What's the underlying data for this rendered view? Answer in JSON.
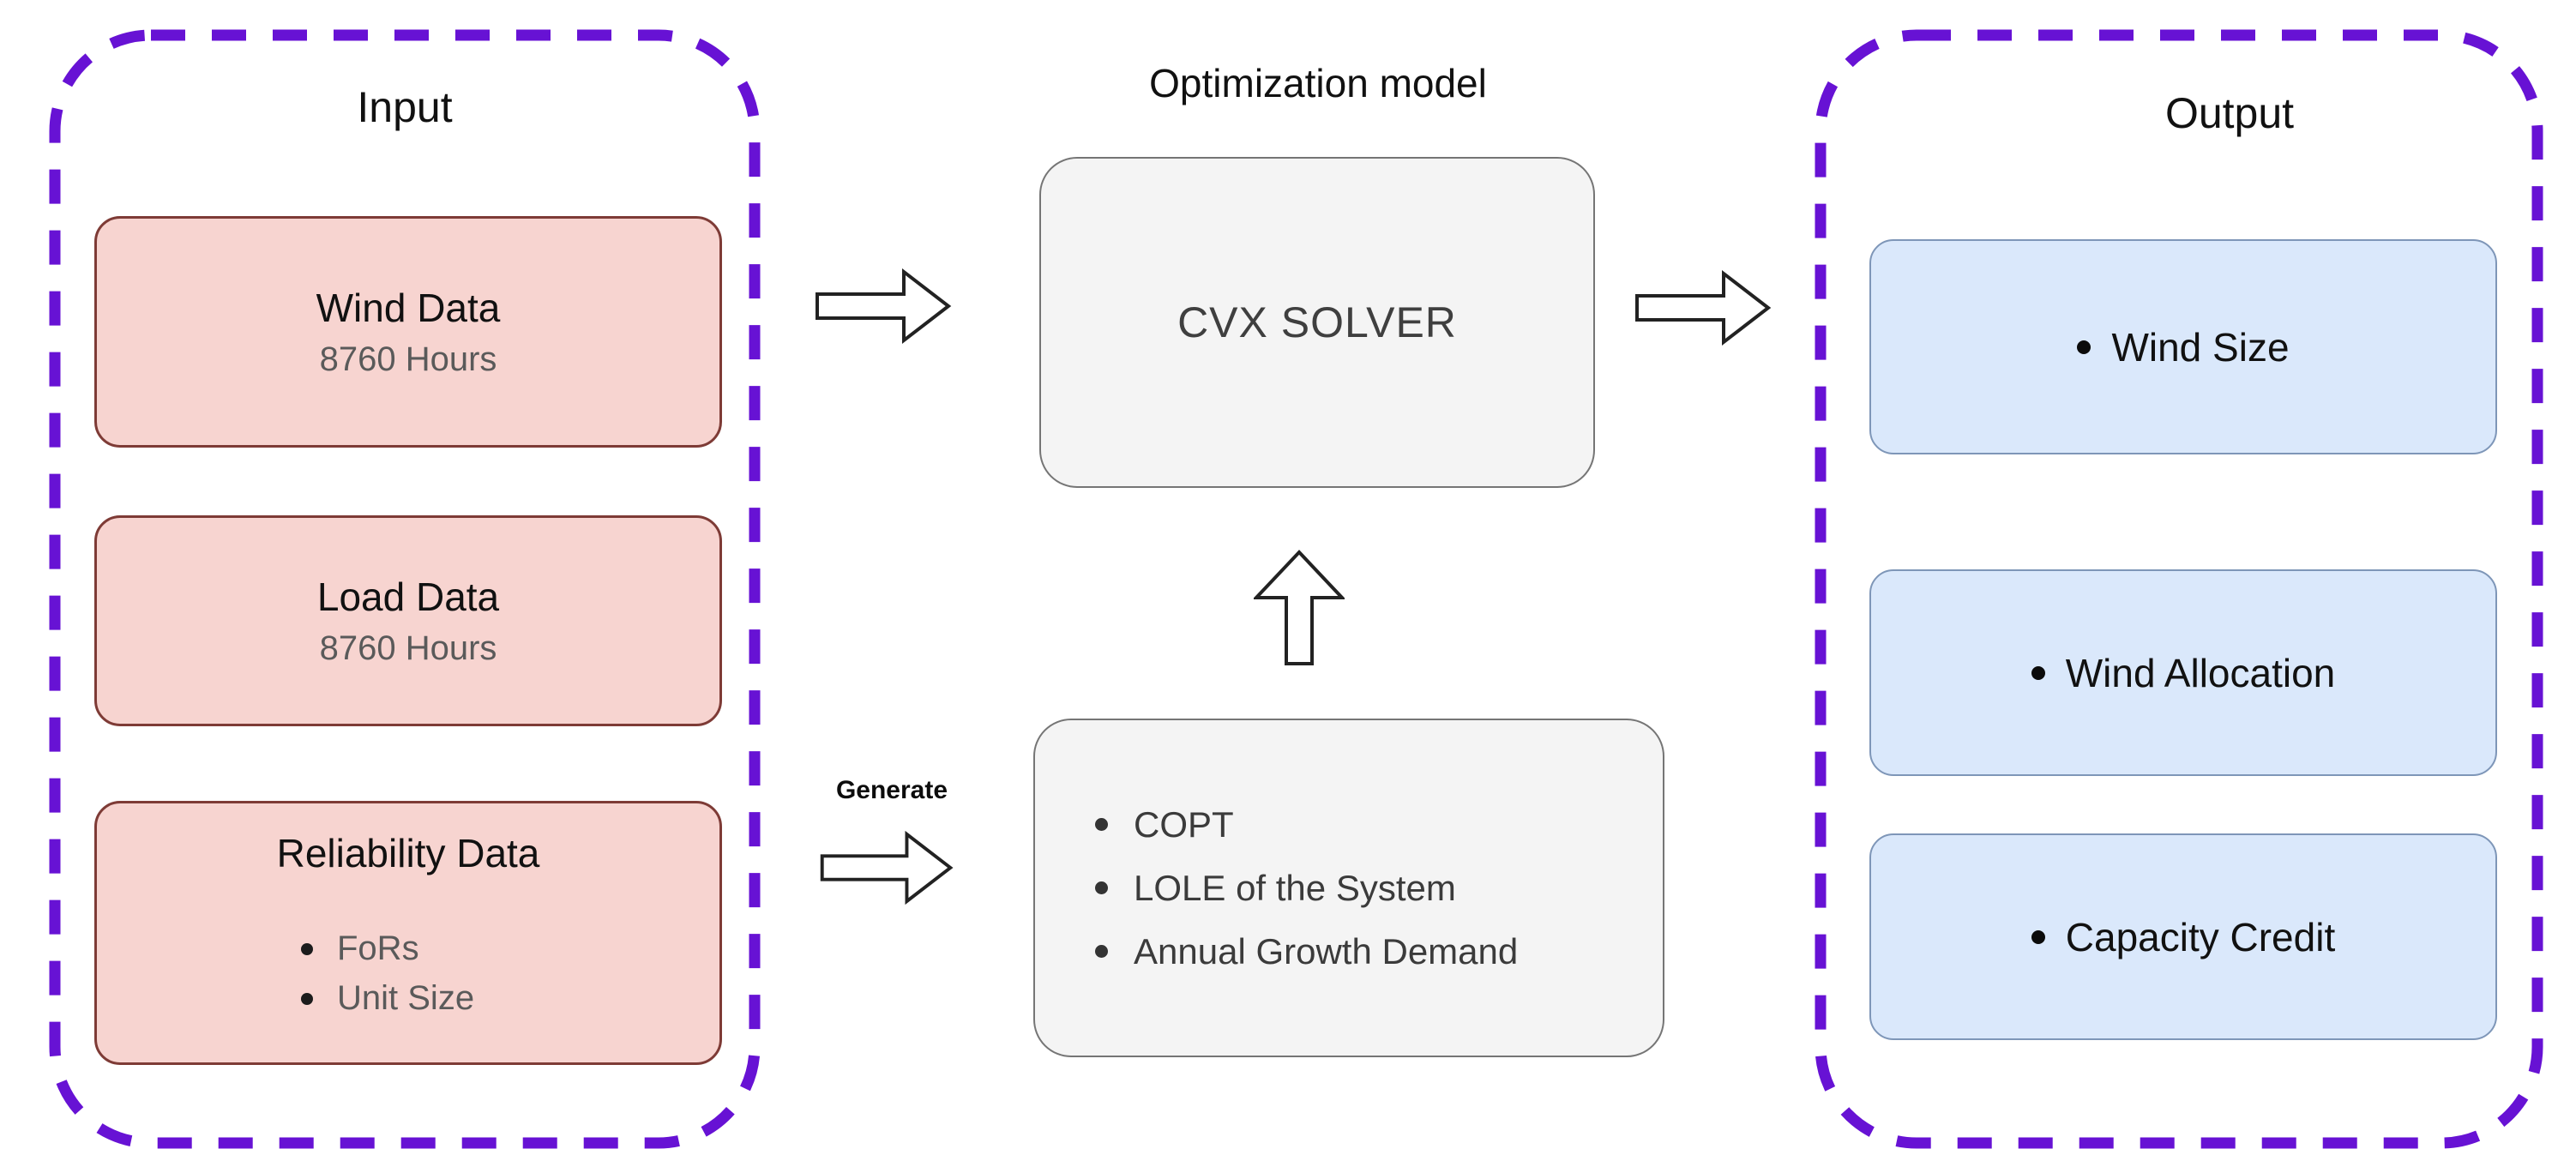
{
  "input_group": {
    "title": "Input",
    "boxes": [
      {
        "title": "Wind Data",
        "subtitle": "8760 Hours"
      },
      {
        "title": "Load Data",
        "subtitle": "8760 Hours"
      },
      {
        "title": "Reliability Data",
        "bullets": [
          "FoRs",
          "Unit Size"
        ]
      }
    ]
  },
  "model_group": {
    "title": "Optimization model",
    "solver_label": "CVX SOLVER",
    "generate_label": "Generate",
    "generated_bullets": [
      "COPT",
      "LOLE of the System",
      "Annual Growth Demand"
    ]
  },
  "output_group": {
    "title": "Output",
    "boxes": [
      "Wind Size",
      "Wind Allocation",
      "Capacity Credit"
    ]
  },
  "icons": {
    "flow_arrows": [
      "arrow-right-icon",
      "arrow-right-icon",
      "arrow-up-icon",
      "arrow-right-icon"
    ]
  },
  "colors": {
    "purple_dash": "#6712d4",
    "pink_fill": "#f7d4d0",
    "pink_border": "#7e3b36",
    "blue_fill": "#dae8fb",
    "blue_border": "#7e96b8",
    "gray_fill": "#f4f4f4",
    "gray_border": "#757575",
    "subtitle_gray": "#5a5a5a",
    "solver_text": "#3f3f3f"
  }
}
